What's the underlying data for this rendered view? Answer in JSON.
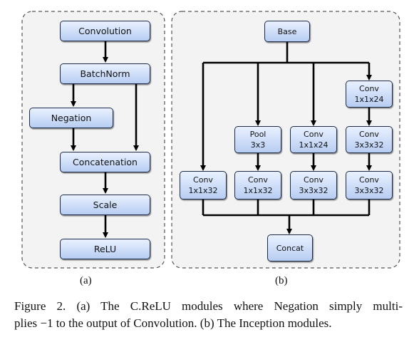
{
  "panel_a": {
    "label": "(a)",
    "boxes": {
      "convolution": "Convolution",
      "batchnorm": "BatchNorm",
      "negation": "Negation",
      "concatenation": "Concatenation",
      "scale": "Scale",
      "relu": "ReLU"
    }
  },
  "panel_b": {
    "label": "(b)",
    "base": "Base",
    "concat": "Concat",
    "branch1": {
      "conv_1x1": {
        "name": "Conv",
        "size": "1x1x32"
      }
    },
    "branch2": {
      "pool": {
        "name": "Pool",
        "size": "3x3"
      },
      "conv_1x1": {
        "name": "Conv",
        "size": "1x1x32"
      }
    },
    "branch3": {
      "conv_1x1": {
        "name": "Conv",
        "size": "1x1x24"
      },
      "conv_3x3": {
        "name": "Conv",
        "size": "3x3x32"
      }
    },
    "branch4": {
      "conv_1x1": {
        "name": "Conv",
        "size": "1x1x24"
      },
      "conv_3x3_a": {
        "name": "Conv",
        "size": "3x3x32"
      },
      "conv_3x3_b": {
        "name": "Conv",
        "size": "3x3x32"
      }
    }
  },
  "caption": {
    "line1": "Figure 2. (a) The C.ReLU modules where Negation simply multi-",
    "line2": "plies −1 to the output of Convolution. (b) The Inception modules."
  },
  "colors": {
    "box_fill_top": "#e9f1ff",
    "box_fill_bottom": "#b7cdf2",
    "box_border": "#1c2b4a",
    "panel_fill": "#f3f3f3",
    "arrow": "#000000"
  }
}
